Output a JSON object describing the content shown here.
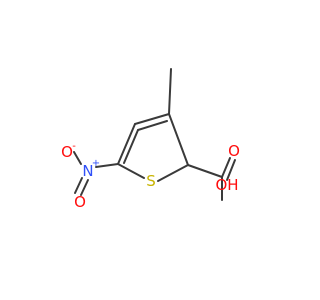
{
  "molecule": {
    "atoms": {
      "sulfur": "S",
      "nitro_nitrogen": "N",
      "nitro_nitrogen_charge": "+",
      "nitro_oxygen_minus": "O",
      "nitro_oxygen_minus_charge": "-",
      "nitro_oxygen_double": "O",
      "carbonyl_oxygen": "O",
      "hydroxyl": "OH"
    },
    "colors": {
      "bond": "#3a3a3a",
      "sulfur": "#c8b400",
      "nitrogen": "#3050f8",
      "oxygen": "#ff0d0d"
    }
  }
}
